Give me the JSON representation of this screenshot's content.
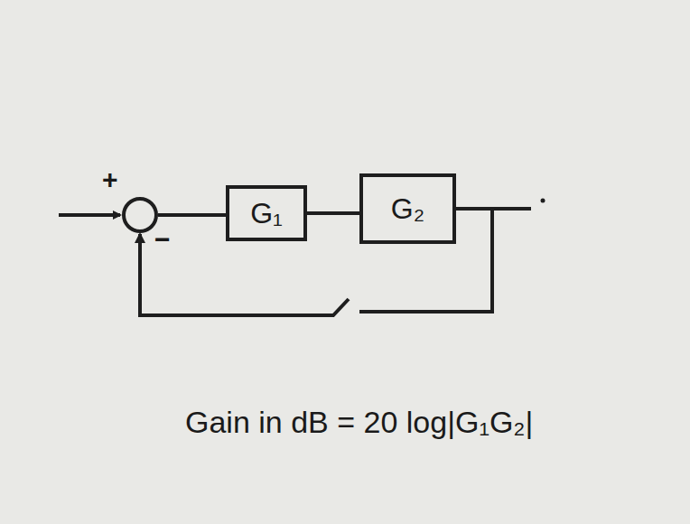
{
  "diagram": {
    "nodes": [
      {
        "text": [
          "+",
          "−"
        ]
      },
      {
        "text": [
          "G₁"
        ]
      },
      {
        "text": [
          "G₂"
        ]
      }
    ],
    "edges": [
      {
        "from": 0,
        "to": 1,
        "arrow": "none"
      },
      {
        "from": 1,
        "to": 2,
        "arrow": "none"
      },
      {
        "from": 2,
        "to": 0,
        "arrow": "to"
      }
    ],
    "labels": [
      "Gain in dB = 20 log|G₁G₂|"
    ]
  }
}
